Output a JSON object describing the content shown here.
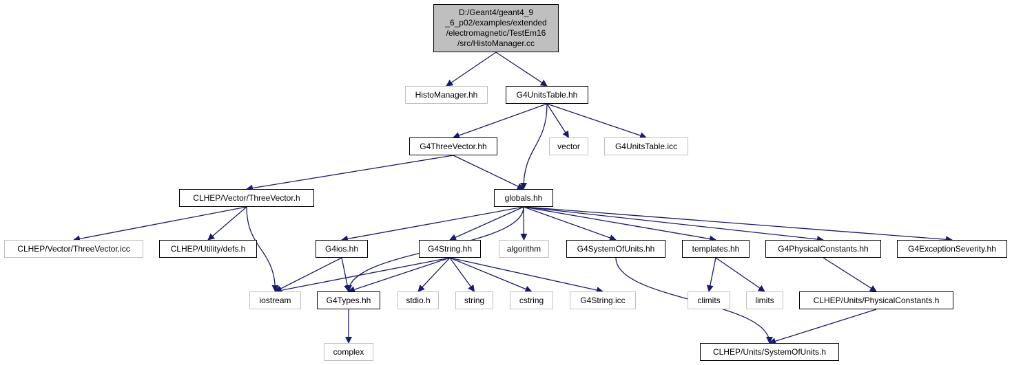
{
  "graph": {
    "edge_color": "#191970",
    "root_fill": "#bfbfbf",
    "nodes": [
      {
        "id": "root",
        "label": "D:/Geant4/geant4_9\n_6_p02/examples/extended\n/electromagnetic/TestEm16\n/src/HistoManager.cc",
        "kind": "root"
      },
      {
        "id": "histomanager_hh",
        "label": "HistoManager.hh",
        "kind": "sys"
      },
      {
        "id": "g4unitstable_hh",
        "label": "G4UnitsTable.hh",
        "kind": "doc"
      },
      {
        "id": "g4threevector_hh",
        "label": "G4ThreeVector.hh",
        "kind": "doc"
      },
      {
        "id": "vector",
        "label": "vector",
        "kind": "sys"
      },
      {
        "id": "g4unitstable_icc",
        "label": "G4UnitsTable.icc",
        "kind": "sys"
      },
      {
        "id": "clhep_threevector_h",
        "label": "CLHEP/Vector/ThreeVector.h",
        "kind": "doc"
      },
      {
        "id": "globals_hh",
        "label": "globals.hh",
        "kind": "doc"
      },
      {
        "id": "clhep_threevector_icc",
        "label": "CLHEP/Vector/ThreeVector.icc",
        "kind": "sys"
      },
      {
        "id": "clhep_defs_h",
        "label": "CLHEP/Utility/defs.h",
        "kind": "doc"
      },
      {
        "id": "g4ios_hh",
        "label": "G4ios.hh",
        "kind": "doc"
      },
      {
        "id": "g4string_hh",
        "label": "G4String.hh",
        "kind": "doc"
      },
      {
        "id": "algorithm",
        "label": "algorithm",
        "kind": "sys"
      },
      {
        "id": "g4systemofunits_hh",
        "label": "G4SystemOfUnits.hh",
        "kind": "doc"
      },
      {
        "id": "templates_hh",
        "label": "templates.hh",
        "kind": "doc"
      },
      {
        "id": "g4physicalconstants_hh",
        "label": "G4PhysicalConstants.hh",
        "kind": "doc"
      },
      {
        "id": "g4exceptionseverity_hh",
        "label": "G4ExceptionSeverity.hh",
        "kind": "doc"
      },
      {
        "id": "iostream",
        "label": "iostream",
        "kind": "sys"
      },
      {
        "id": "g4types_hh",
        "label": "G4Types.hh",
        "kind": "doc"
      },
      {
        "id": "stdio_h",
        "label": "stdio.h",
        "kind": "sys"
      },
      {
        "id": "string",
        "label": "string",
        "kind": "sys"
      },
      {
        "id": "cstring",
        "label": "cstring",
        "kind": "sys"
      },
      {
        "id": "g4string_icc",
        "label": "G4String.icc",
        "kind": "sys"
      },
      {
        "id": "climits",
        "label": "climits",
        "kind": "sys"
      },
      {
        "id": "limits",
        "label": "limits",
        "kind": "sys"
      },
      {
        "id": "clhep_physicalconstants_h",
        "label": "CLHEP/Units/PhysicalConstants.h",
        "kind": "doc"
      },
      {
        "id": "complex",
        "label": "complex",
        "kind": "sys"
      },
      {
        "id": "clhep_systemofunits_h",
        "label": "CLHEP/Units/SystemOfUnits.h",
        "kind": "doc"
      }
    ],
    "edges": [
      [
        "root",
        "histomanager_hh"
      ],
      [
        "root",
        "g4unitstable_hh"
      ],
      [
        "g4unitstable_hh",
        "g4threevector_hh"
      ],
      [
        "g4unitstable_hh",
        "globals_hh"
      ],
      [
        "g4unitstable_hh",
        "vector"
      ],
      [
        "g4unitstable_hh",
        "g4unitstable_icc"
      ],
      [
        "g4threevector_hh",
        "clhep_threevector_h"
      ],
      [
        "g4threevector_hh",
        "globals_hh"
      ],
      [
        "clhep_threevector_h",
        "clhep_threevector_icc"
      ],
      [
        "clhep_threevector_h",
        "clhep_defs_h"
      ],
      [
        "clhep_threevector_h",
        "iostream"
      ],
      [
        "globals_hh",
        "g4ios_hh"
      ],
      [
        "globals_hh",
        "g4types_hh"
      ],
      [
        "globals_hh",
        "g4string_hh"
      ],
      [
        "globals_hh",
        "algorithm"
      ],
      [
        "globals_hh",
        "g4systemofunits_hh"
      ],
      [
        "globals_hh",
        "templates_hh"
      ],
      [
        "globals_hh",
        "g4physicalconstants_hh"
      ],
      [
        "globals_hh",
        "g4exceptionseverity_hh"
      ],
      [
        "g4ios_hh",
        "iostream"
      ],
      [
        "g4ios_hh",
        "g4types_hh"
      ],
      [
        "g4string_hh",
        "iostream"
      ],
      [
        "g4string_hh",
        "g4types_hh"
      ],
      [
        "g4string_hh",
        "stdio_h"
      ],
      [
        "g4string_hh",
        "string"
      ],
      [
        "g4string_hh",
        "cstring"
      ],
      [
        "g4string_hh",
        "g4string_icc"
      ],
      [
        "g4systemofunits_hh",
        "clhep_systemofunits_h"
      ],
      [
        "templates_hh",
        "climits"
      ],
      [
        "templates_hh",
        "limits"
      ],
      [
        "g4physicalconstants_hh",
        "clhep_physicalconstants_h"
      ],
      [
        "clhep_physicalconstants_h",
        "clhep_systemofunits_h"
      ],
      [
        "g4types_hh",
        "complex"
      ]
    ]
  }
}
